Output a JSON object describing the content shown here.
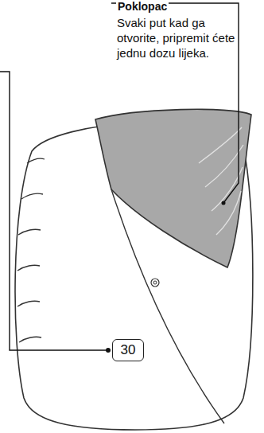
{
  "diagram": {
    "nodes": [
      {
        "text": [
          "30"
        ]
      }
    ],
    "labels": [
      "Poklopac",
      "Svaki put kad ga otvorite, pripremit ćete jednu dozu lijeka."
    ]
  }
}
